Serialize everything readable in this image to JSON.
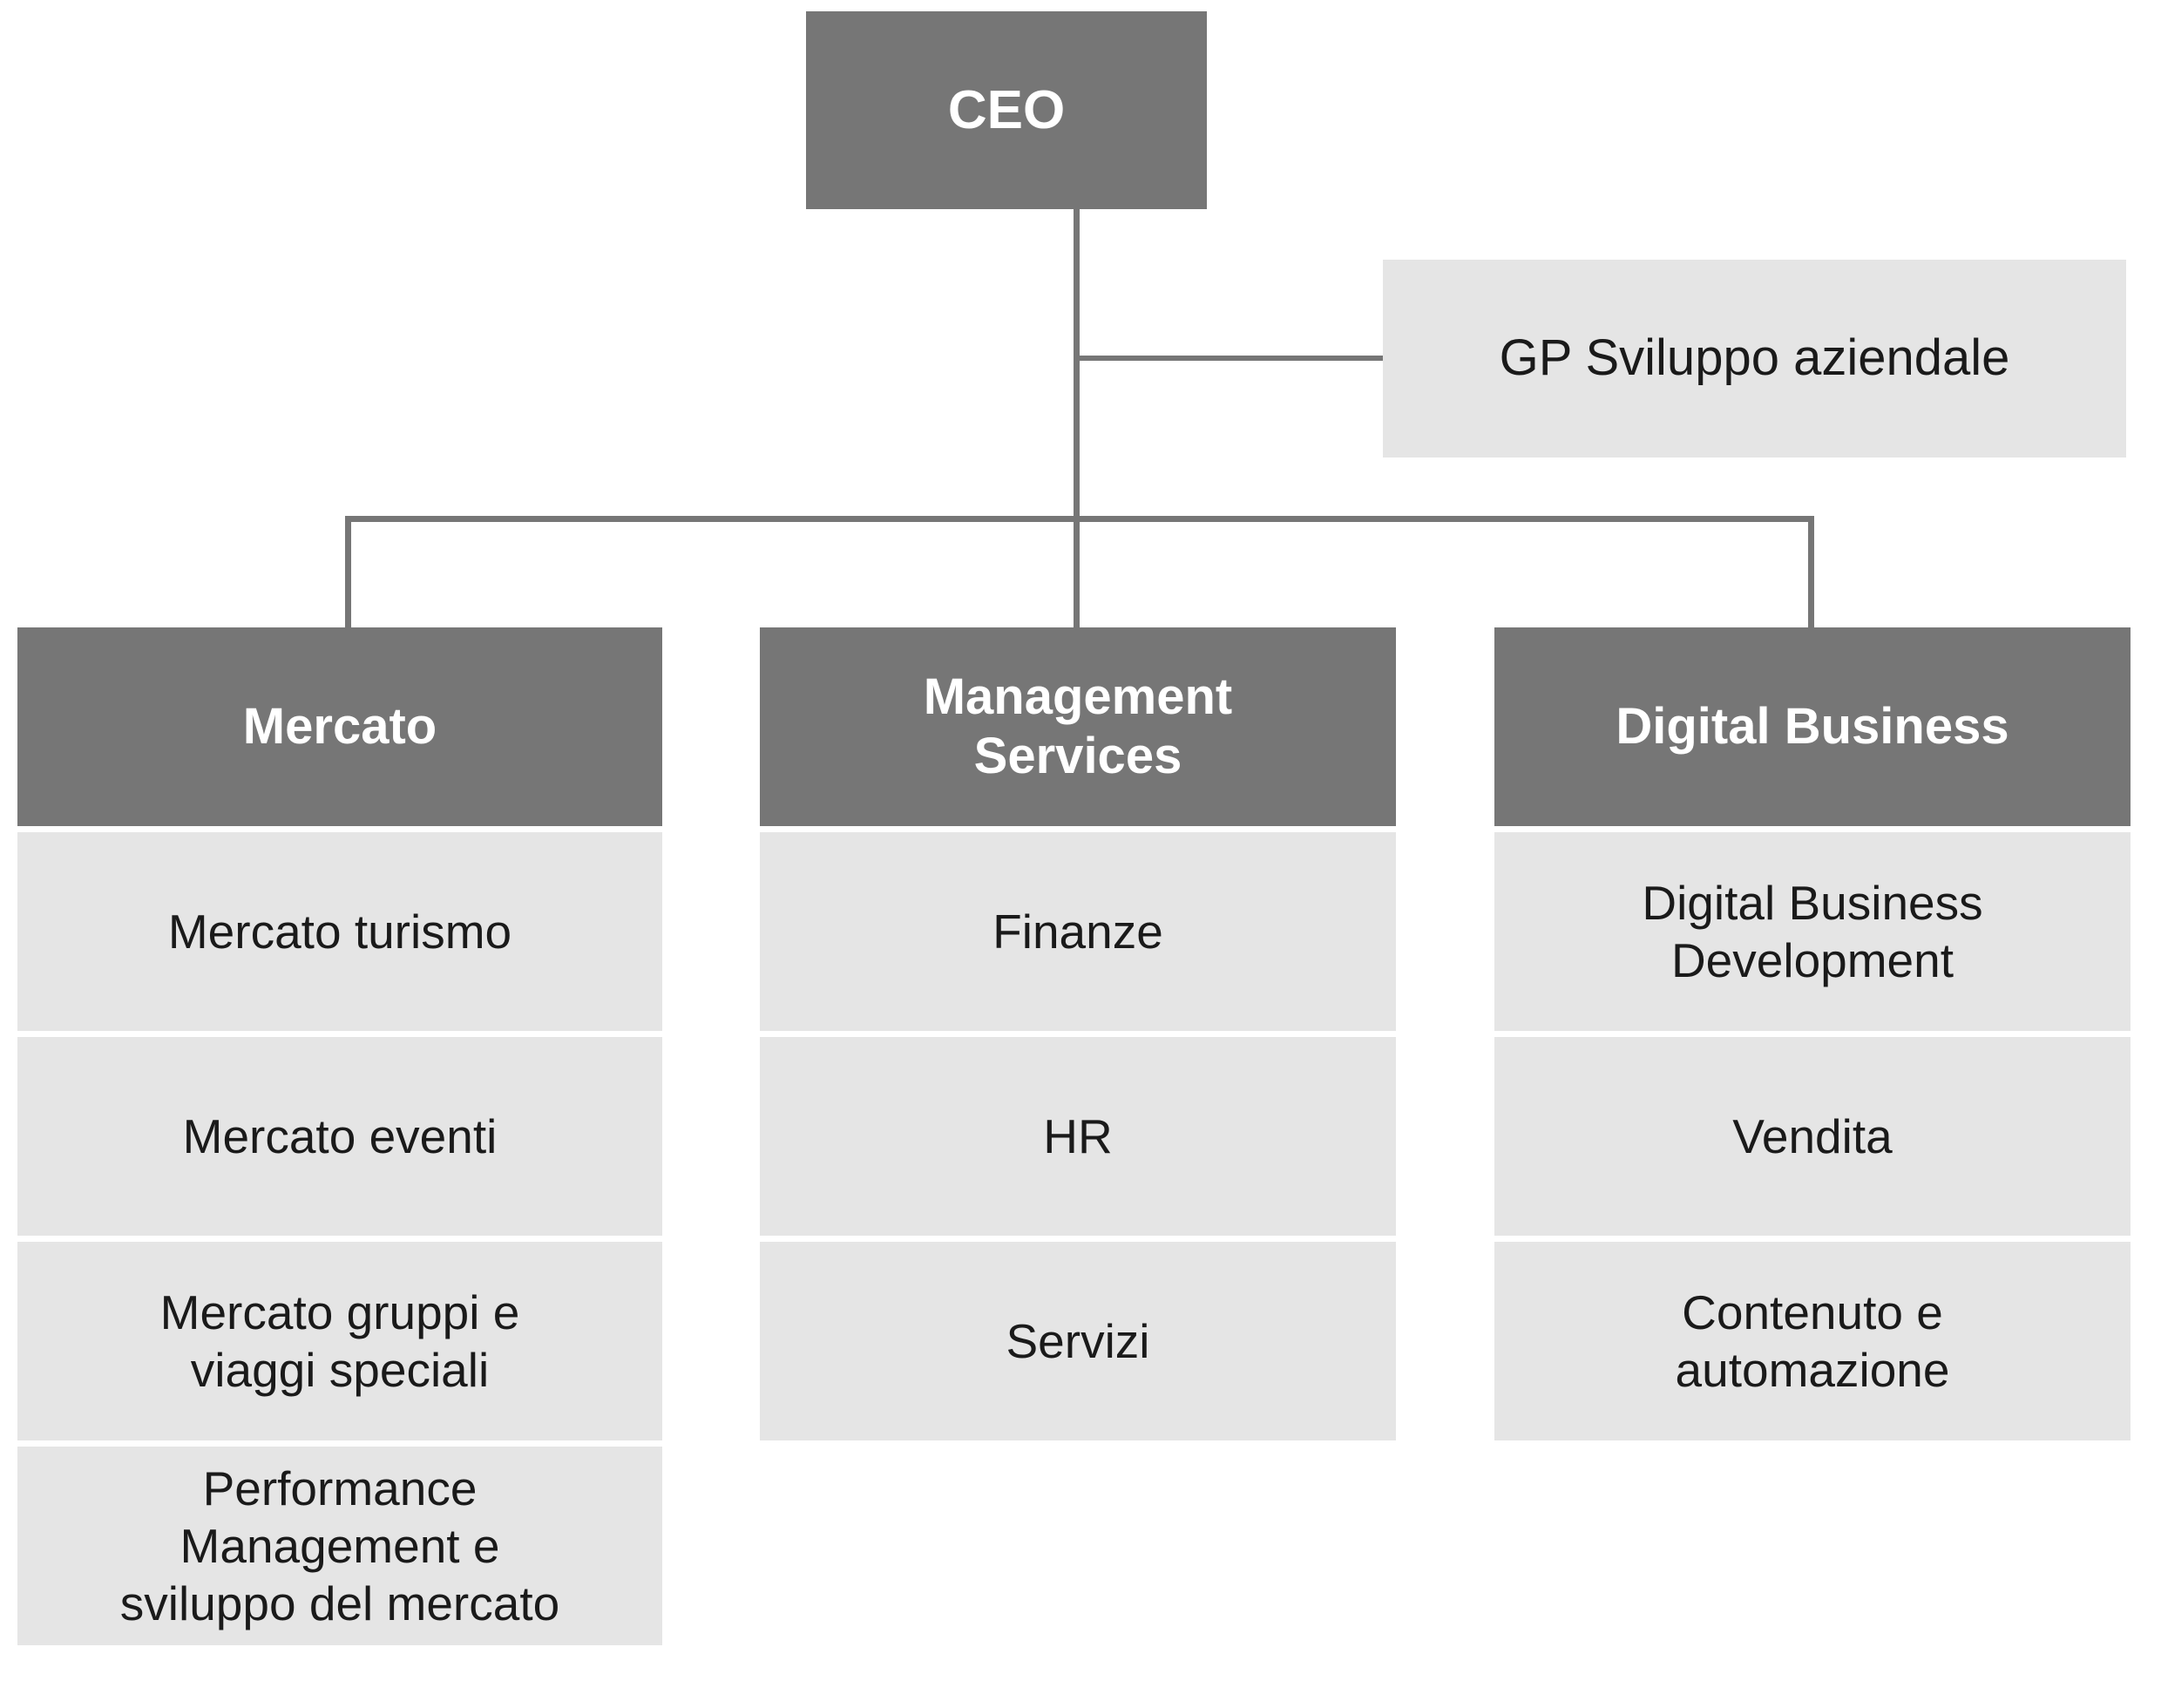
{
  "chart_data": {
    "type": "diagram",
    "subtype": "organizational-chart",
    "title": "",
    "orientation": "top-down",
    "root": "CEO",
    "nodes": [
      {
        "id": "ceo",
        "label": "CEO",
        "level": 0,
        "style": "dark"
      },
      {
        "id": "gp",
        "label": "GP Sviluppo aziendale",
        "level": 1,
        "style": "light",
        "relation": "staff"
      },
      {
        "id": "mercato",
        "label": "Mercato",
        "level": 1,
        "style": "dark"
      },
      {
        "id": "management-services",
        "label": "Management\nServices",
        "level": 1,
        "style": "dark"
      },
      {
        "id": "digital-business",
        "label": "Digital Business",
        "level": 1,
        "style": "dark"
      }
    ],
    "edges": [
      {
        "from": "ceo",
        "to": "gp",
        "type": "staff"
      },
      {
        "from": "ceo",
        "to": "mercato",
        "type": "line"
      },
      {
        "from": "ceo",
        "to": "management-services",
        "type": "line"
      },
      {
        "from": "ceo",
        "to": "digital-business",
        "type": "line"
      }
    ],
    "colors": {
      "dark_box": "#767676",
      "light_box": "#e5e5e5",
      "line": "#767676",
      "dark_text": "#ffffff",
      "light_text": "#1a1a1a",
      "background": "#ffffff"
    }
  },
  "root": {
    "label": "CEO"
  },
  "staff": {
    "label": "GP Sviluppo aziendale"
  },
  "columns": [
    {
      "id": "mercato",
      "header": "Mercato",
      "items": [
        {
          "label": "Mercato turismo"
        },
        {
          "label": "Mercato eventi"
        },
        {
          "label": "Mercato gruppi e\nviaggi speciali"
        },
        {
          "label": "Performance\nManagement e\nsviluppo del mercato"
        }
      ]
    },
    {
      "id": "management-services",
      "header": "Management\nServices",
      "items": [
        {
          "label": "Finanze"
        },
        {
          "label": "HR"
        },
        {
          "label": "Servizi"
        }
      ]
    },
    {
      "id": "digital-business",
      "header": "Digital Business",
      "items": [
        {
          "label": "Digital Business\nDevelopment"
        },
        {
          "label": "Vendita"
        },
        {
          "label": "Contenuto e\nautomazione"
        }
      ]
    }
  ]
}
